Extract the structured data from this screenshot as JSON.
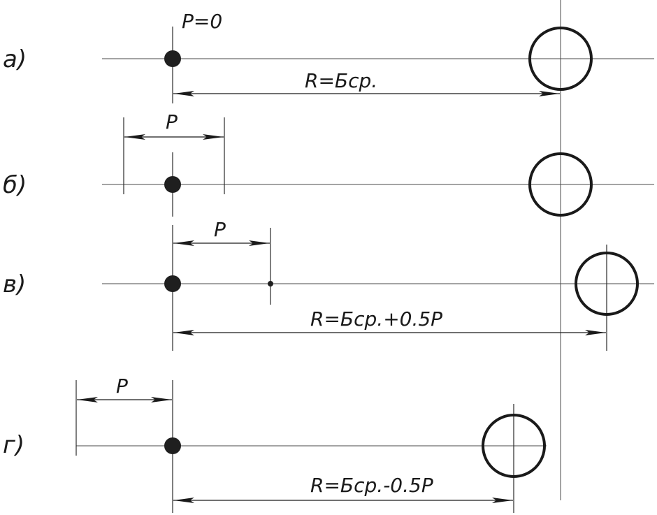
{
  "rows": [
    {
      "label": "а)",
      "top_text": "P=0",
      "dim_text": "R=Бср."
    },
    {
      "label": "б)",
      "top_text": "P"
    },
    {
      "label": "в)",
      "top_text": "P",
      "dim_text": "R=Бср.+0.5P"
    },
    {
      "label": "г)",
      "top_text": "P",
      "dim_text": "R=Бср.-0.5P"
    }
  ]
}
